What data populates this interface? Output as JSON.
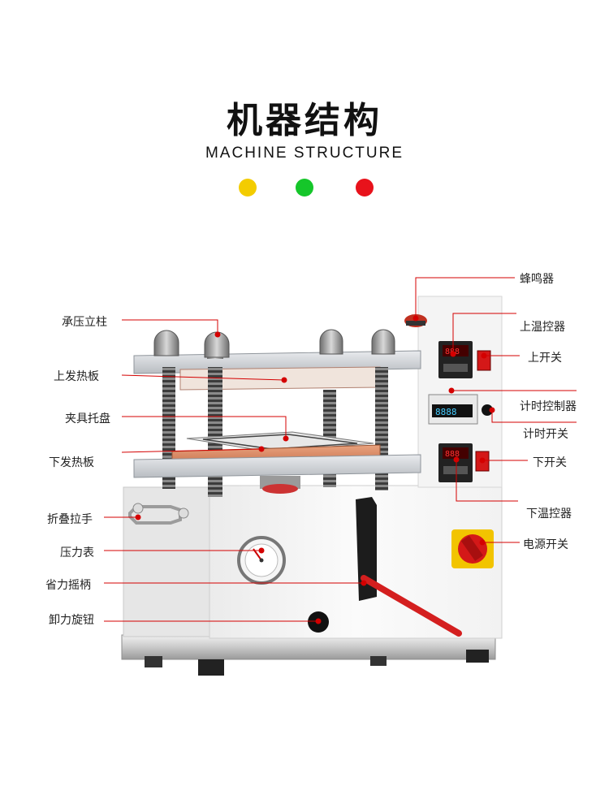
{
  "header": {
    "title_cn": "机器结构",
    "title_en": "MACHINE STRUCTURE",
    "dots": [
      "#f3cc00",
      "#15c62a",
      "#e8121b"
    ]
  },
  "accent_color": "#d40000",
  "labels_left": [
    {
      "id": "column",
      "text": "承压立柱"
    },
    {
      "id": "upper-heating-plate",
      "text": "上发热板"
    },
    {
      "id": "fixture-tray",
      "text": "夹具托盘"
    },
    {
      "id": "lower-heating-plate",
      "text": "下发热板"
    },
    {
      "id": "folding-handle",
      "text": "折叠拉手"
    },
    {
      "id": "pressure-gauge",
      "text": "压力表"
    },
    {
      "id": "crank-handle",
      "text": "省力摇柄"
    },
    {
      "id": "release-knob",
      "text": "卸力旋钮"
    }
  ],
  "labels_right": [
    {
      "id": "buzzer",
      "text": "蜂鸣器"
    },
    {
      "id": "upper-temp-controller",
      "text": "上温控器"
    },
    {
      "id": "upper-switch",
      "text": "上开关"
    },
    {
      "id": "timer-controller",
      "text": "计时控制器"
    },
    {
      "id": "timer-switch",
      "text": "计时开关"
    },
    {
      "id": "lower-switch",
      "text": "下开关"
    },
    {
      "id": "lower-temp-controller",
      "text": "下温控器"
    },
    {
      "id": "power-switch",
      "text": "电源开关"
    }
  ]
}
